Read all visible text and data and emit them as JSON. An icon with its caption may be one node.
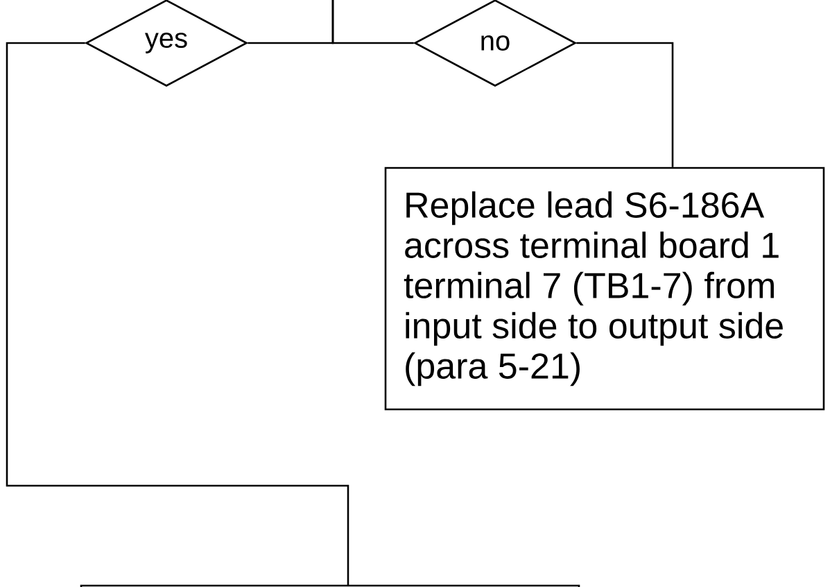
{
  "diagram": {
    "nodes": [
      {
        "text": [
          "yes"
        ]
      },
      {
        "text": [
          "no"
        ]
      },
      {
        "text": [
          "Replace lead S6-186A across terminal board 1 terminal 7 (TB1-7) from input side to output side (para 5-21)"
        ]
      },
      {
        "text": [],
        "shape": "box"
      }
    ],
    "edges": [
      {
        "from": null,
        "to": 0,
        "arrow": "none"
      },
      {
        "from": null,
        "to": 1,
        "arrow": "none"
      },
      {
        "from": 1,
        "to": 2,
        "arrow": "none"
      },
      {
        "from": 0,
        "to": 3,
        "arrow": "none"
      }
    ]
  }
}
